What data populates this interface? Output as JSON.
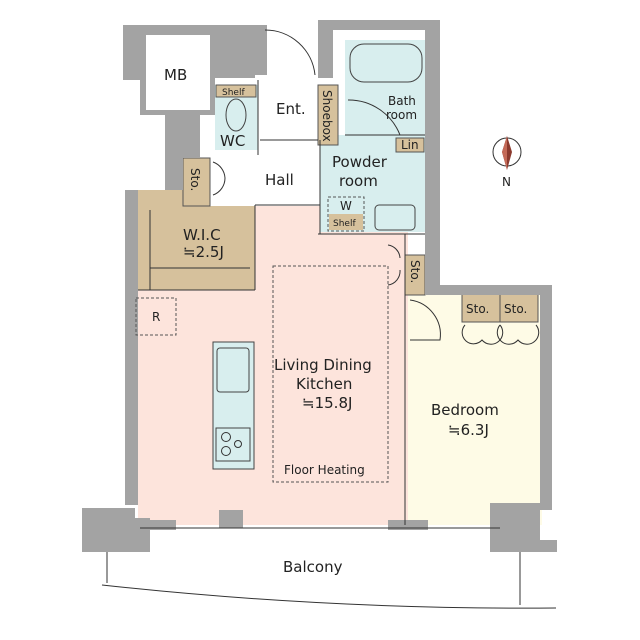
{
  "rooms": {
    "mb": "MB",
    "wc": "WC",
    "wc_shelf": "Shelf",
    "entrance": "Ent.",
    "shoebox": "Shoebox",
    "bath_line1": "Bath",
    "bath_line2": "room",
    "linen": "Lin",
    "powder_line1": "Powder",
    "powder_line2": "room",
    "washer": "W",
    "powder_shelf": "Shelf",
    "hall": "Hall",
    "storage_hall": "Sto.",
    "wic_name": "W.I.C",
    "wic_size": "≒2.5J",
    "refrigerator": "R",
    "ldk_line1": "Living Dining",
    "ldk_line2": "Kitchen",
    "ldk_size": "≒15.8J",
    "floor_heating": "Floor Heating",
    "storage_ldk": "Sto.",
    "storage_bed1": "Sto.",
    "storage_bed2": "Sto.",
    "bedroom_name": "Bedroom",
    "bedroom_size": "≒6.3J",
    "balcony": "Balcony"
  },
  "compass": {
    "label": "N"
  },
  "colors": {
    "wall": "#a3a3a3",
    "wet_area": "#d8eeee",
    "storage": "#d6c19c",
    "ldk": "#fde4dc",
    "bedroom": "#fefbe6"
  }
}
